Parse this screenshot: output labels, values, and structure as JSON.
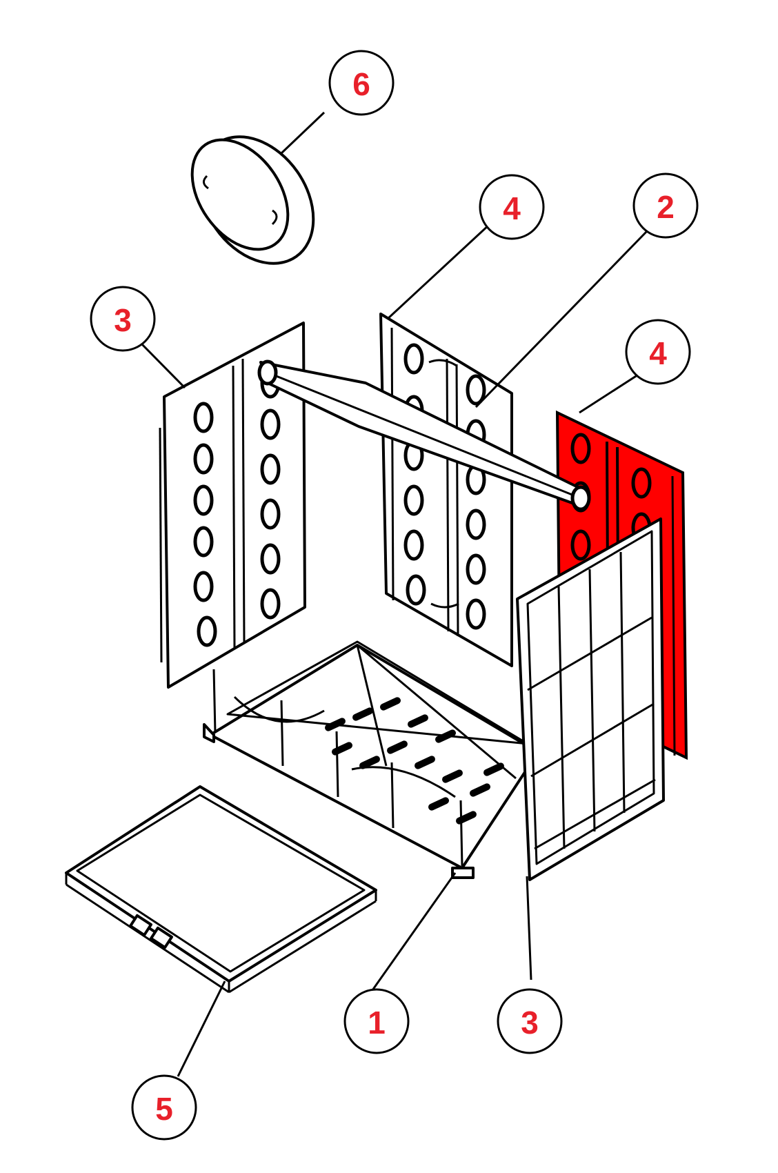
{
  "diagram": {
    "highlight_color": "#ff0000",
    "label_color": "#e8202a",
    "line_color": "#000000",
    "callouts": [
      {
        "id": "c6",
        "label": "6"
      },
      {
        "id": "c4a",
        "label": "4"
      },
      {
        "id": "c2",
        "label": "2"
      },
      {
        "id": "c3a",
        "label": "3"
      },
      {
        "id": "c4b",
        "label": "4"
      },
      {
        "id": "c1",
        "label": "1"
      },
      {
        "id": "c3b",
        "label": "3"
      },
      {
        "id": "c5",
        "label": "5"
      }
    ],
    "parts": [
      {
        "id": "part-1",
        "name": "grate-base"
      },
      {
        "id": "part-2",
        "name": "baffle-bar"
      },
      {
        "id": "part-3",
        "name": "side-panel"
      },
      {
        "id": "part-4",
        "name": "back-panel"
      },
      {
        "id": "part-5",
        "name": "ash-pan"
      },
      {
        "id": "part-6",
        "name": "flue-ring"
      }
    ],
    "highlighted_part": "part-4"
  }
}
